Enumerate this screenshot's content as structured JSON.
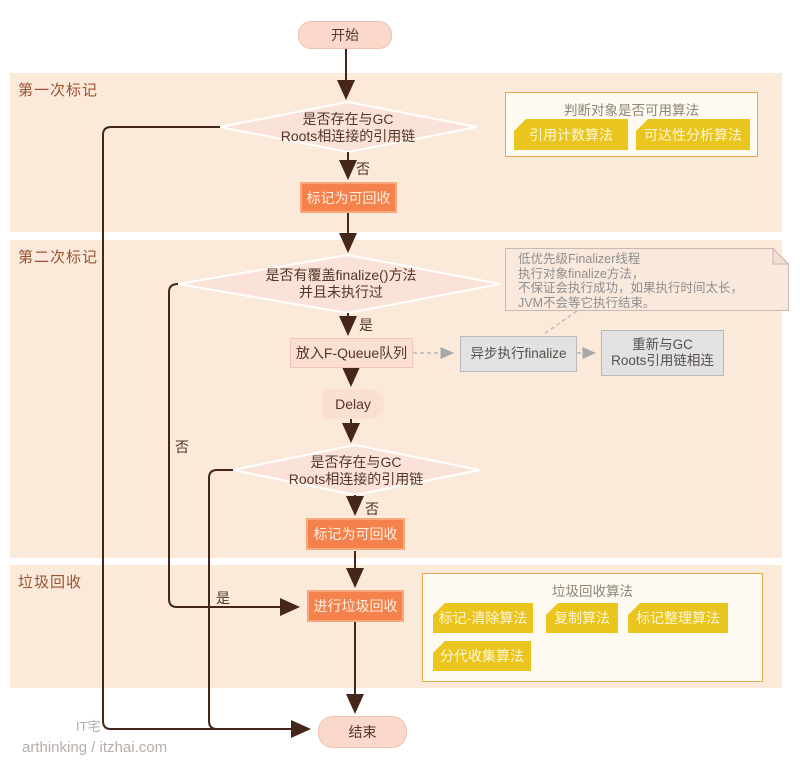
{
  "colors": {
    "band": "#fbead9",
    "accent_orange": "#f5824c",
    "accent_yellow": "#eac51d",
    "line_brown": "#46261a",
    "node_pink": "#fbdfd3",
    "gray_box": "#e2e2e2"
  },
  "sections": [
    {
      "label": "第一次标记"
    },
    {
      "label": "第二次标记"
    },
    {
      "label": "垃圾回收"
    }
  ],
  "nodes": {
    "start": "开始",
    "decision1": "是否存在与GC\nRoots相连接的引用链",
    "mark_recyclable_1": "标记为可回收",
    "decision2": "是否有覆盖finalize()方法\n并且未执行过",
    "f_queue": "放入F-Queue队列",
    "async_finalize": "异步执行finalize",
    "reconnect": "重新与GC\nRoots引用链相连",
    "delay": "Delay",
    "decision3": "是否存在与GC\nRoots相连接的引用链",
    "mark_recyclable_2": "标记为可回收",
    "do_gc": "进行垃圾回收",
    "end": "结束"
  },
  "edge_labels": {
    "d1_no": "否",
    "d2_yes": "是",
    "d2_no": "否",
    "d3_no": "否",
    "d3_yes": "是"
  },
  "note": {
    "text": "低优先级Finalizer线程\n执行对象finalize方法，\n不保证会执行成功，如果执行时间太长，\nJVM不会等它执行结束。"
  },
  "panels": [
    {
      "title": "判断对象是否可用算法",
      "tags": [
        "引用计数算法",
        "可达性分析算法"
      ]
    },
    {
      "title": "垃圾回收算法",
      "tags": [
        "标记-清除算法",
        "复制算法",
        "标记整理算法",
        "分代收集算法"
      ]
    }
  ],
  "watermark": {
    "line1": "IT宅",
    "line2": "arthinking / itzhai.com"
  }
}
